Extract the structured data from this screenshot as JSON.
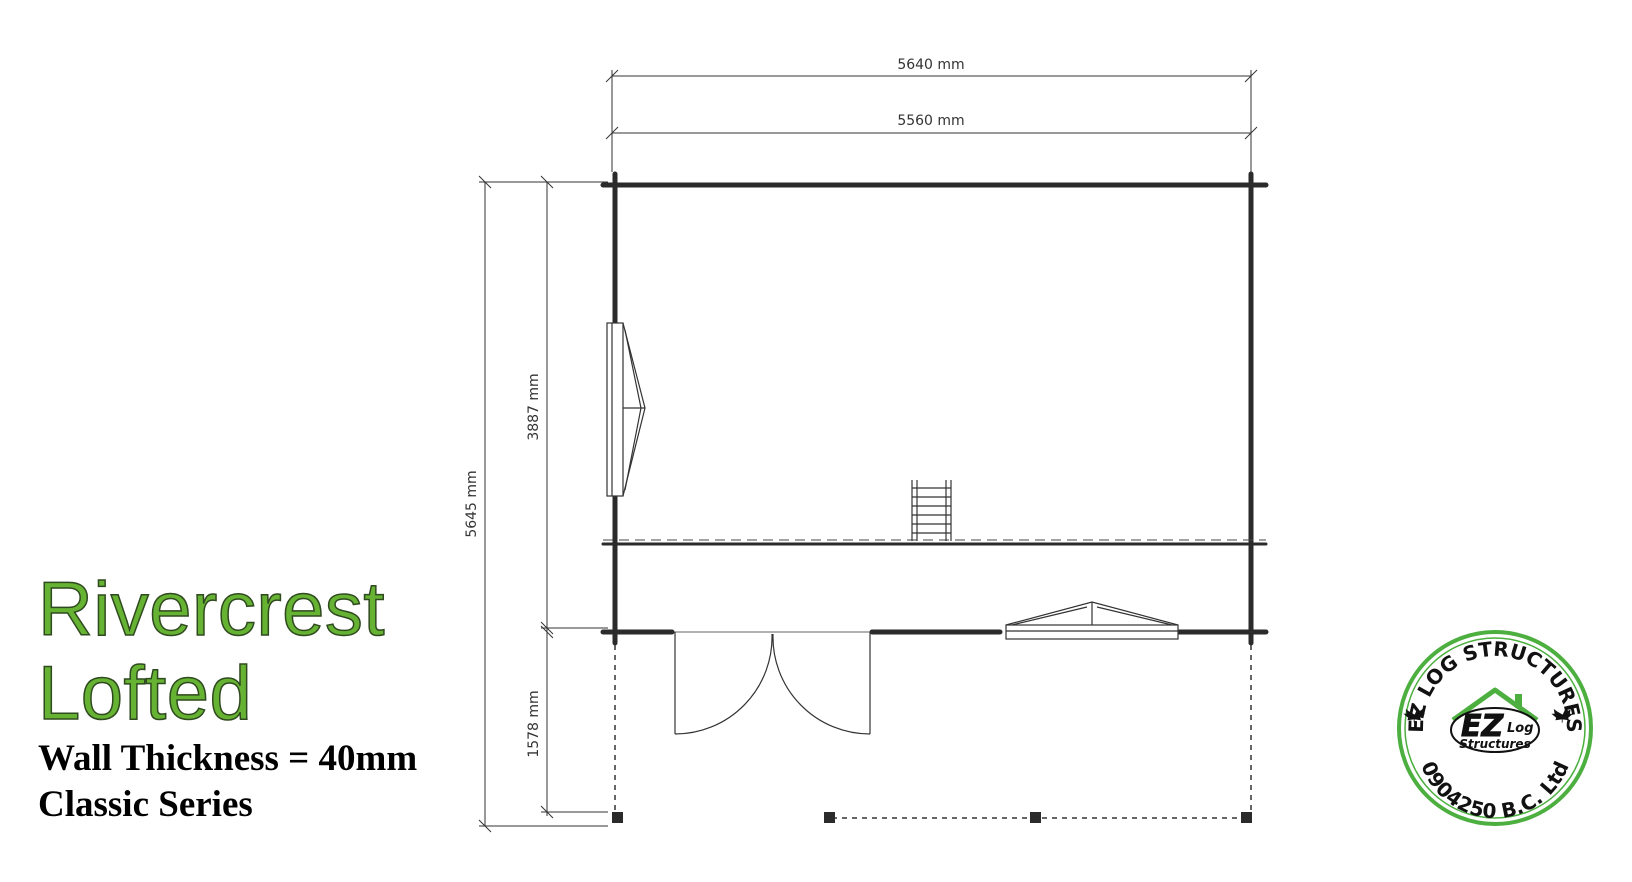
{
  "title": {
    "line1": "Rivercrest",
    "line2": "Lofted",
    "wall_thickness": "Wall Thickness = 40mm",
    "series": "Classic Series"
  },
  "dimensions": {
    "overall_width": "5640 mm",
    "inner_width": "5560 mm",
    "overall_depth": "5645 mm",
    "cabin_depth": "3887 mm",
    "porch_depth": "1578 mm"
  },
  "logo": {
    "top_arc": "EZ LOG STRUCTURES",
    "bottom_arc": "0904250 B.C. Ltd",
    "mark": "EZ",
    "mark_small": "Log",
    "tagline": "Structures"
  },
  "colors": {
    "title_green": "#66b233",
    "logo_green": "#4caf3f",
    "wall": "#2b2b2b"
  }
}
